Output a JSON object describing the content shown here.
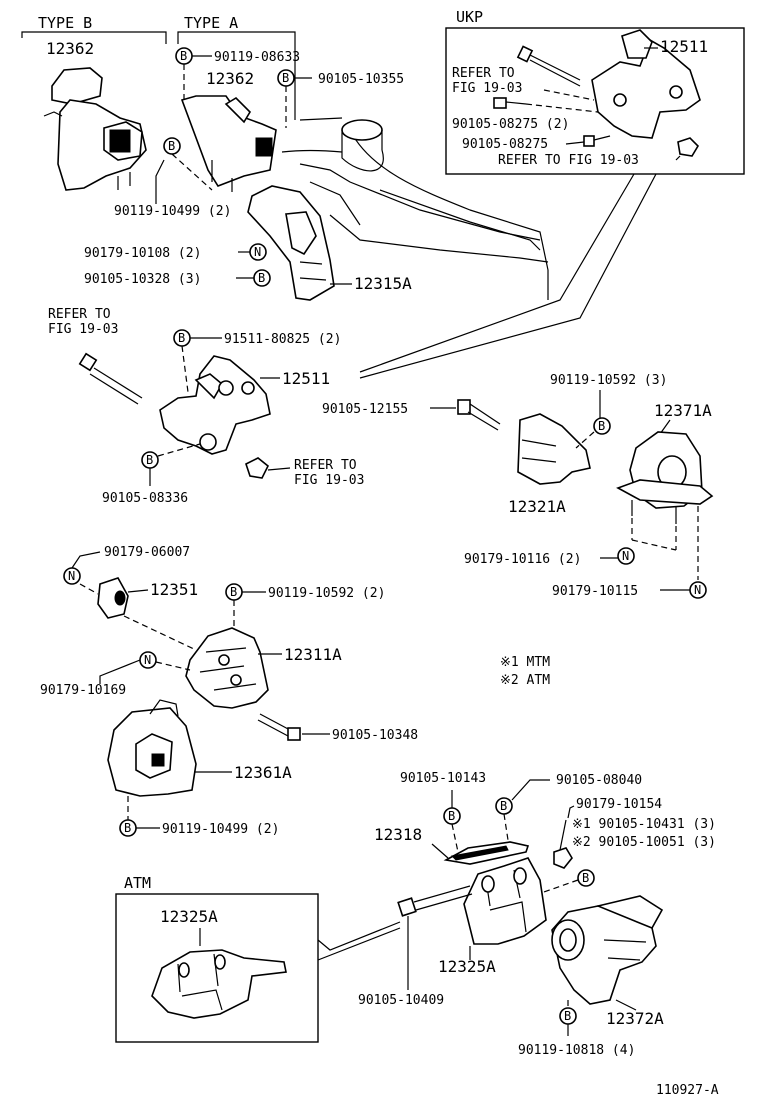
{
  "sections": {
    "type_b": "TYPE B",
    "type_a": "TYPE A",
    "ukp": "UKP",
    "atm": "ATM"
  },
  "labels": {
    "l01": "12362",
    "l02": "90119-08633",
    "l03": "12362",
    "l04": "90105-10355",
    "l05": "12511",
    "l06": "REFER TO",
    "l07": "FIG 19-03",
    "l08": "90105-08275 (2)",
    "l09": "90105-08275",
    "l10": "REFER TO FIG 19-03",
    "l11": "90119-10499 (2)",
    "l12": "90179-10108 (2)",
    "l13": "90105-10328 (3)",
    "l14": "12315A",
    "l15": "REFER TO",
    "l16": "FIG 19-03",
    "l17": "91511-80825 (2)",
    "l18": "12511",
    "l19": "90105-12155",
    "l20": "90119-10592 (3)",
    "l21": "12371A",
    "l22": "REFER TO",
    "l23": "FIG 19-03",
    "l24": "90105-08336",
    "l25": "12321A",
    "l26": "90179-06007",
    "l27": "12351",
    "l28": "90119-10592 (2)",
    "l29": "90179-10116 (2)",
    "l30": "90179-10115",
    "l31": "12311A",
    "l32": "90179-10169",
    "l33": "※1  MTM",
    "l34": "※2  ATM",
    "l35": "90105-10348",
    "l36": "12361A",
    "l37": "90119-10499 (2)",
    "l38": "90105-10143",
    "l39": "90105-08040",
    "l40": "90179-10154",
    "l41": "※1 90105-10431 (3)",
    "l42": "※2 90105-10051 (3)",
    "l43": "12318",
    "l44": "12325A",
    "l45": "12325A",
    "l46": "90105-10409",
    "l47": "12372A",
    "l48": "90119-10818 (4)"
  },
  "markers": {
    "b": "B",
    "n": "N"
  },
  "footer": {
    "figure_id": "110927-A"
  }
}
